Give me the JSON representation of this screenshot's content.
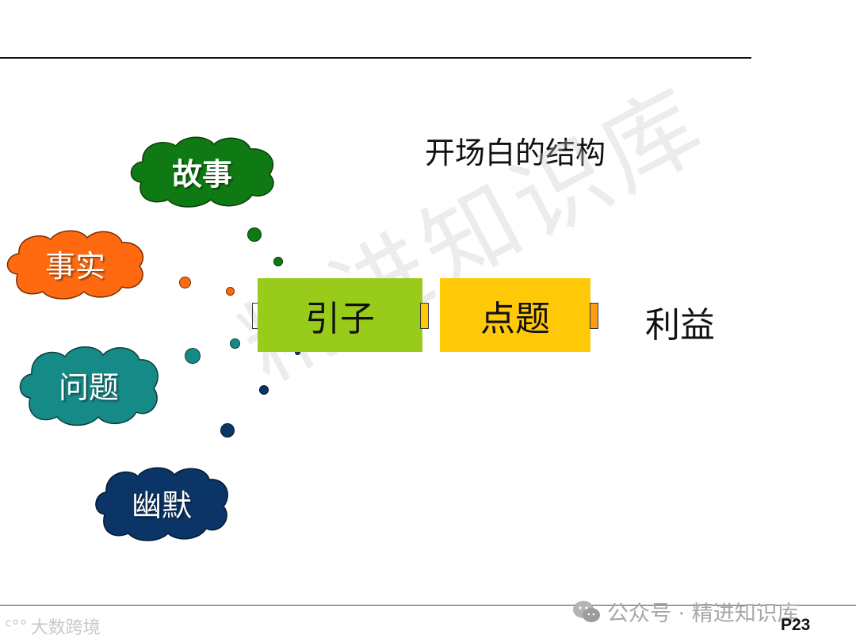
{
  "slide": {
    "title": "开场白的结构",
    "page_number": "P23",
    "watermark_text": "精进知识库",
    "footer_wechat": "公众号 · 精进知识库",
    "footer_brand": "大数跨境"
  },
  "clouds": [
    {
      "label": "故事",
      "color": "#0f7a14"
    },
    {
      "label": "事实",
      "color": "#ff6a10"
    },
    {
      "label": "问题",
      "color": "#168a87"
    },
    {
      "label": "幽默",
      "color": "#0a3566"
    }
  ],
  "structure": [
    {
      "label": "引子",
      "color": "#99cc1a"
    },
    {
      "label": "点题",
      "color": "#ffc908"
    },
    {
      "label": "利益",
      "color": "#ffffff"
    }
  ]
}
